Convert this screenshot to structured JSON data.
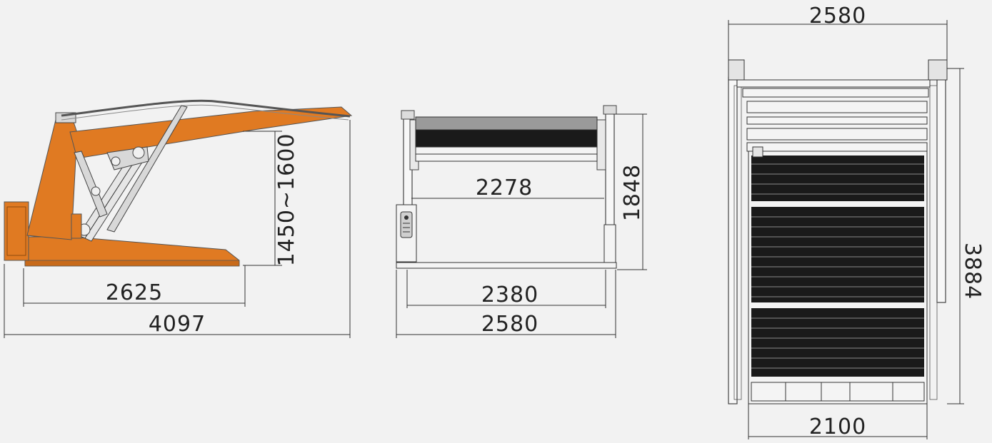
{
  "colors": {
    "background": "#f2f2f2",
    "frame_orange": "#e07a22",
    "steel_gray": "#d8d8d8",
    "slat_dark": "#1a1a1a",
    "line": "#333333"
  },
  "side_view": {
    "dim_height": "1450~1600",
    "dim_base": "2625",
    "dim_total": "4097"
  },
  "front_view": {
    "dim_platform_width": "2278",
    "dim_height": "1848",
    "dim_inner_width": "2380",
    "dim_outer_width": "2580",
    "control_box_icon": "control-panel-icon"
  },
  "top_view": {
    "dim_top_width": "2580",
    "dim_length": "3884",
    "dim_bottom_width": "2100"
  }
}
